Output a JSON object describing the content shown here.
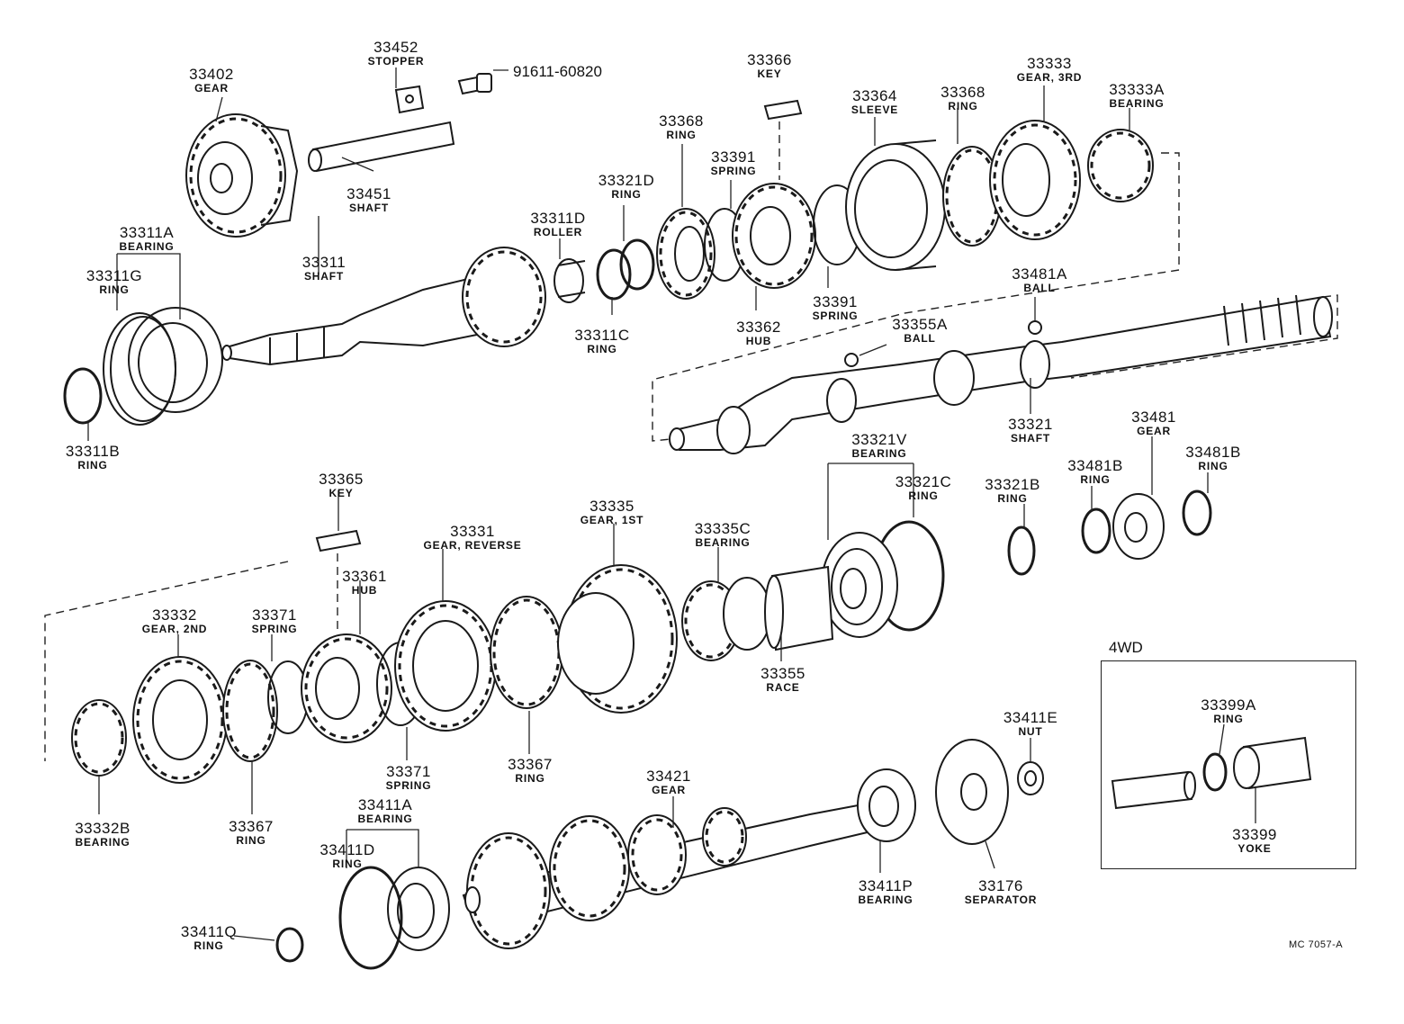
{
  "parts": [
    {
      "id": "p33402",
      "number": "33402",
      "name": "GEAR"
    },
    {
      "id": "p33452",
      "number": "33452",
      "name": "STOPPER"
    },
    {
      "id": "p91611",
      "number": "91611-60820",
      "name": ""
    },
    {
      "id": "p33451",
      "number": "33451",
      "name": "SHAFT"
    },
    {
      "id": "p33366",
      "number": "33366",
      "name": "KEY"
    },
    {
      "id": "p33364",
      "number": "33364",
      "name": "SLEEVE"
    },
    {
      "id": "p33368a",
      "number": "33368",
      "name": "RING"
    },
    {
      "id": "p33368b",
      "number": "33368",
      "name": "RING"
    },
    {
      "id": "p33333",
      "number": "33333",
      "name": "GEAR, 3RD"
    },
    {
      "id": "p33333A",
      "number": "33333A",
      "name": "BEARING"
    },
    {
      "id": "p33391a",
      "number": "33391",
      "name": "SPRING"
    },
    {
      "id": "p33391b",
      "number": "33391",
      "name": "SPRING"
    },
    {
      "id": "p33321D",
      "number": "33321D",
      "name": "RING"
    },
    {
      "id": "p33311D",
      "number": "33311D",
      "name": "ROLLER"
    },
    {
      "id": "p33311A",
      "number": "33311A",
      "name": "BEARING"
    },
    {
      "id": "p33311G",
      "number": "33311G",
      "name": "RING"
    },
    {
      "id": "p33311",
      "number": "33311",
      "name": "SHAFT"
    },
    {
      "id": "p33311C",
      "number": "33311C",
      "name": "RING"
    },
    {
      "id": "p33362",
      "number": "33362",
      "name": "HUB"
    },
    {
      "id": "p33481A",
      "number": "33481A",
      "name": "BALL"
    },
    {
      "id": "p33355A",
      "number": "33355A",
      "name": "BALL"
    },
    {
      "id": "p33311B",
      "number": "33311B",
      "name": "RING"
    },
    {
      "id": "p33321",
      "number": "33321",
      "name": "SHAFT"
    },
    {
      "id": "p33481",
      "number": "33481",
      "name": "GEAR"
    },
    {
      "id": "p33321V",
      "number": "33321V",
      "name": "BEARING"
    },
    {
      "id": "p33321C",
      "number": "33321C",
      "name": "RING"
    },
    {
      "id": "p33321B",
      "number": "33321B",
      "name": "RING"
    },
    {
      "id": "p33481Ba",
      "number": "33481B",
      "name": "RING"
    },
    {
      "id": "p33481Bb",
      "number": "33481B",
      "name": "RING"
    },
    {
      "id": "p33365",
      "number": "33365",
      "name": "KEY"
    },
    {
      "id": "p33335",
      "number": "33335",
      "name": "GEAR, 1ST"
    },
    {
      "id": "p33331",
      "number": "33331",
      "name": "GEAR, REVERSE"
    },
    {
      "id": "p33335C",
      "number": "33335C",
      "name": "BEARING"
    },
    {
      "id": "p33361",
      "number": "33361",
      "name": "HUB"
    },
    {
      "id": "p33332",
      "number": "33332",
      "name": "GEAR, 2ND"
    },
    {
      "id": "p33371a",
      "number": "33371",
      "name": "SPRING"
    },
    {
      "id": "p33355",
      "number": "33355",
      "name": "RACE"
    },
    {
      "id": "p33411E",
      "number": "33411E",
      "name": "NUT"
    },
    {
      "id": "p33367a",
      "number": "33367",
      "name": "RING"
    },
    {
      "id": "p33371b",
      "number": "33371",
      "name": "SPRING"
    },
    {
      "id": "p33421",
      "number": "33421",
      "name": "GEAR"
    },
    {
      "id": "p33399A",
      "number": "33399A",
      "name": "RING"
    },
    {
      "id": "p33332B",
      "number": "33332B",
      "name": "BEARING"
    },
    {
      "id": "p33367b",
      "number": "33367",
      "name": "RING"
    },
    {
      "id": "p33411A",
      "number": "33411A",
      "name": "BEARING"
    },
    {
      "id": "p33411D",
      "number": "33411D",
      "name": "RING"
    },
    {
      "id": "p33399",
      "number": "33399",
      "name": "YOKE"
    },
    {
      "id": "p33411P",
      "number": "33411P",
      "name": "BEARING"
    },
    {
      "id": "p33176",
      "number": "33176",
      "name": "SEPARATOR"
    },
    {
      "id": "p33411Q",
      "number": "33411Q",
      "name": "RING"
    }
  ],
  "inset_title": "4WD",
  "figure_ref": "MC 7057-A"
}
